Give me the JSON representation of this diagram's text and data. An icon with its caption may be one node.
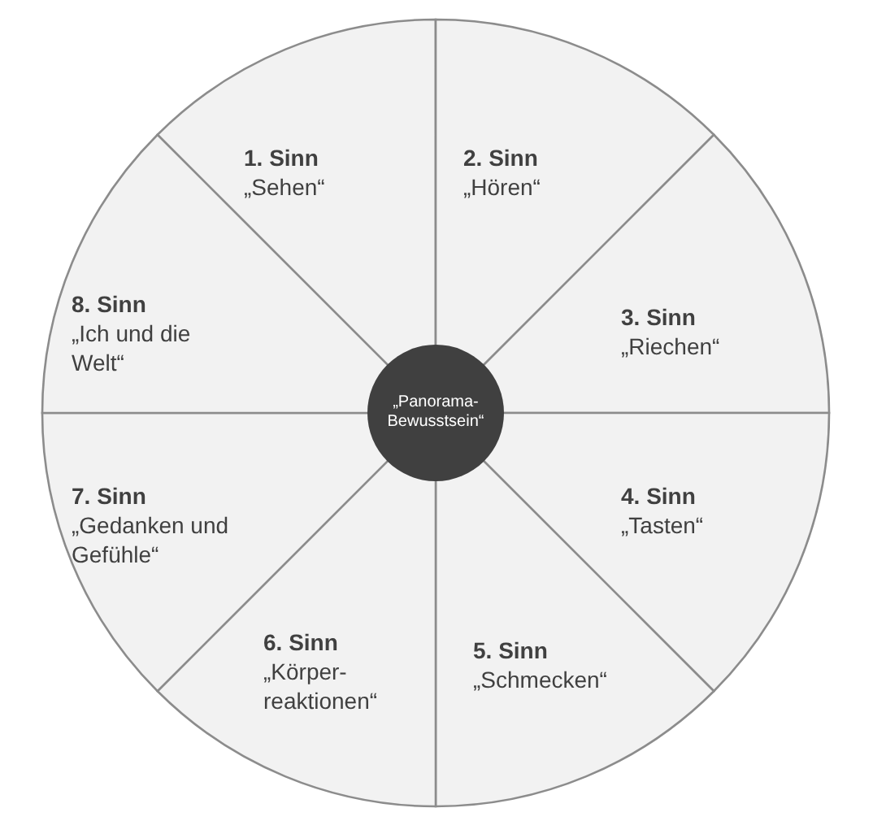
{
  "diagram": {
    "nodes": [
      {
        "text": [
          "1. Sinn",
          "„Sehen“"
        ]
      },
      {
        "text": [
          "2. Sinn",
          "„Hören“"
        ]
      },
      {
        "text": [
          "3. Sinn",
          "„Riechen“"
        ]
      },
      {
        "text": [
          "4. Sinn",
          "„Tasten“"
        ]
      },
      {
        "text": [
          "5. Sinn",
          "„Schmecken“"
        ]
      },
      {
        "text": [
          "6. Sinn",
          "„Körper-reaktionen“"
        ]
      },
      {
        "text": [
          "7. Sinn",
          "„Gedanken und Gefühle“"
        ]
      },
      {
        "text": [
          "8. Sinn",
          "„Ich und die Welt“"
        ]
      },
      {
        "text": [
          "„Panorama-Bewusstsein“"
        ]
      }
    ]
  }
}
